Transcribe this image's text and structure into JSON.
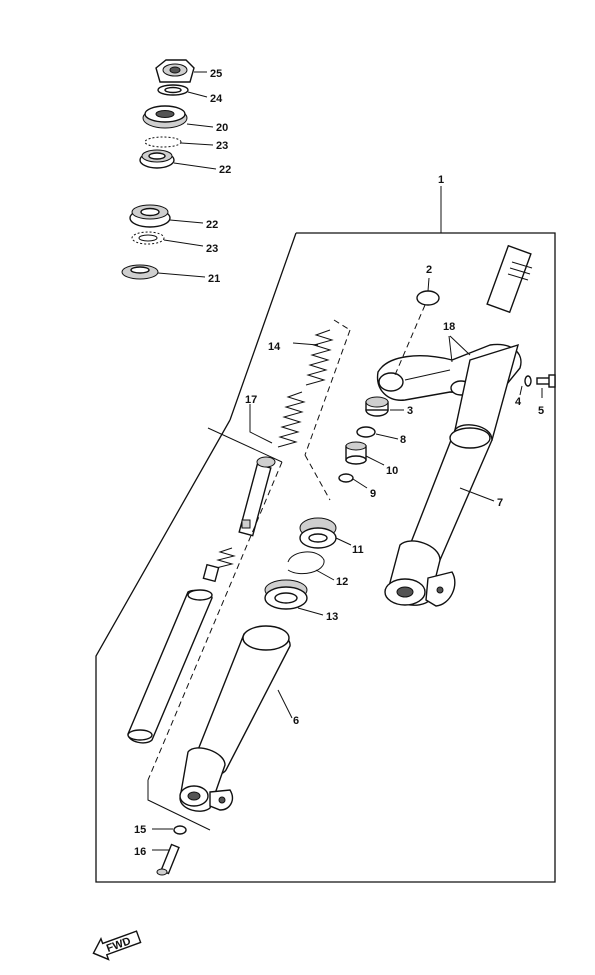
{
  "labels": {
    "p1": "1",
    "p2": "2",
    "p3": "3",
    "p4": "4",
    "p5": "5",
    "p6": "6",
    "p7": "7",
    "p8": "8",
    "p9": "9",
    "p10": "10",
    "p11": "11",
    "p12": "12",
    "p13": "13",
    "p14": "14",
    "p15": "15",
    "p16": "16",
    "p17": "17",
    "p18": "18",
    "p20": "20",
    "p21": "21",
    "p22a": "22",
    "p22b": "22",
    "p23a": "23",
    "p23b": "23",
    "p24": "24",
    "p25": "25"
  },
  "direction_arrow": {
    "text": "FWD"
  }
}
